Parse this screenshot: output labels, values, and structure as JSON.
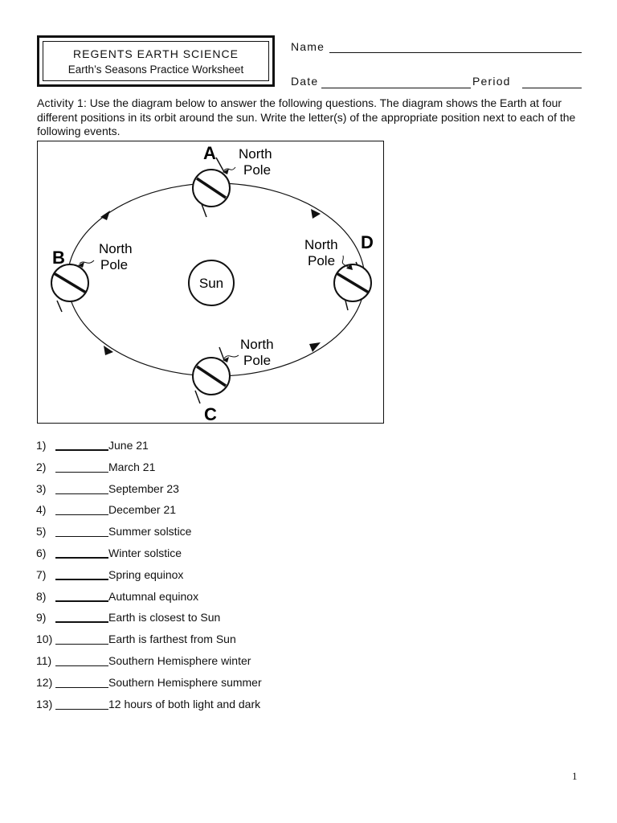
{
  "header": {
    "course": "REGENTS EARTH SCIENCE",
    "worksheet": "Earth’s Seasons Practice Worksheet"
  },
  "fields": {
    "name_label": "Name",
    "date_label": "Date",
    "period_label": "Period"
  },
  "activity": {
    "heading": "Activity 1",
    "instructions": ": Use the diagram below to answer the following questions. The diagram shows the Earth at four different positions in its orbit around the sun. Write the letter(s) of the appropriate position next to each of the following events."
  },
  "diagram": {
    "sun_label": "Sun",
    "positions": [
      {
        "letter": "A",
        "pole_line1": "North",
        "pole_line2": "Pole"
      },
      {
        "letter": "B",
        "pole_line1": "North",
        "pole_line2": "Pole"
      },
      {
        "letter": "C",
        "pole_line1": "North",
        "pole_line2": "Pole"
      },
      {
        "letter": "D",
        "pole_line1": "North",
        "pole_line2": "Pole"
      }
    ]
  },
  "questions": [
    {
      "num": "1)",
      "text": "June 21"
    },
    {
      "num": "2)",
      "text": "March 21"
    },
    {
      "num": "3)",
      "text": "September 23"
    },
    {
      "num": "4)",
      "text": "December 21"
    },
    {
      "num": "5)",
      "text": "Summer solstice"
    },
    {
      "num": "6)",
      "text": "Winter solstice"
    },
    {
      "num": "7)",
      "text": "Spring equinox"
    },
    {
      "num": "8)",
      "text": "Autumnal equinox"
    },
    {
      "num": "9)",
      "text": "Earth is closest to Sun"
    },
    {
      "num": "10)",
      "text": "Earth is farthest from Sun"
    },
    {
      "num": "11)",
      "text": "Southern Hemisphere winter"
    },
    {
      "num": "12)",
      "text": "Southern Hemisphere summer"
    },
    {
      "num": "13)",
      "text": "12 hours of both light and dark"
    }
  ],
  "footer": {
    "page_number": "1"
  }
}
